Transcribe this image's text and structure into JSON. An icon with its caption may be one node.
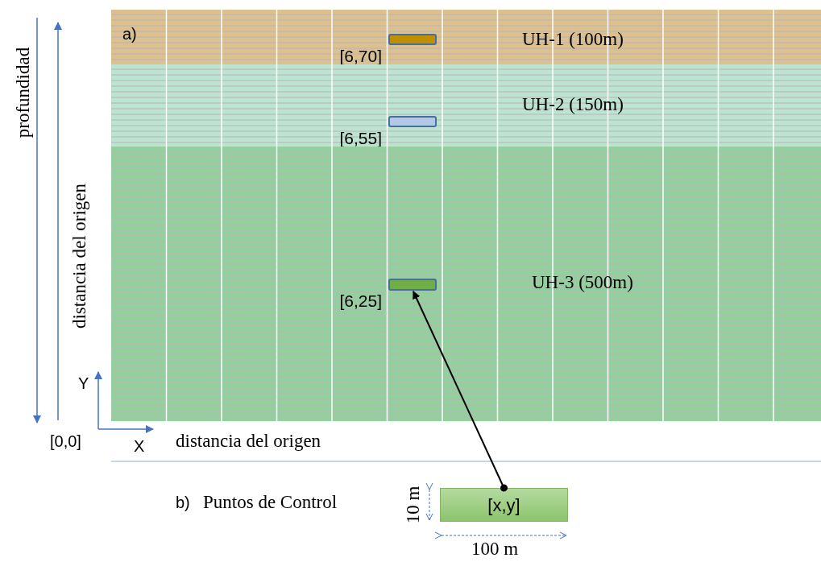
{
  "diagram": {
    "nodes": [
      {
        "text": [
          "UH-1 (100m)"
        ]
      },
      {
        "text": [
          "UH-2 (150m)"
        ]
      },
      {
        "text": [
          "UH-3 (500m)"
        ]
      },
      {
        "text": [],
        "shape": "box",
        "in": 0,
        "beside": [
          "[6,70]"
        ]
      },
      {
        "text": [],
        "shape": "box",
        "in": 1,
        "beside": [
          "[6,55]"
        ]
      },
      {
        "text": [],
        "shape": "box",
        "in": 2,
        "beside": [
          "[6,25]"
        ]
      },
      {
        "text": [
          "[x,y]"
        ]
      }
    ],
    "edges": [
      {
        "from": 6,
        "to": 5,
        "arrow": "to"
      }
    ],
    "labels": [
      "a)",
      "profundidad",
      "distancia del origen",
      "Y",
      "[0,0]",
      "X",
      "distancia del origen",
      "b)",
      "Puntos de Control",
      "10 m",
      "100 m"
    ]
  }
}
